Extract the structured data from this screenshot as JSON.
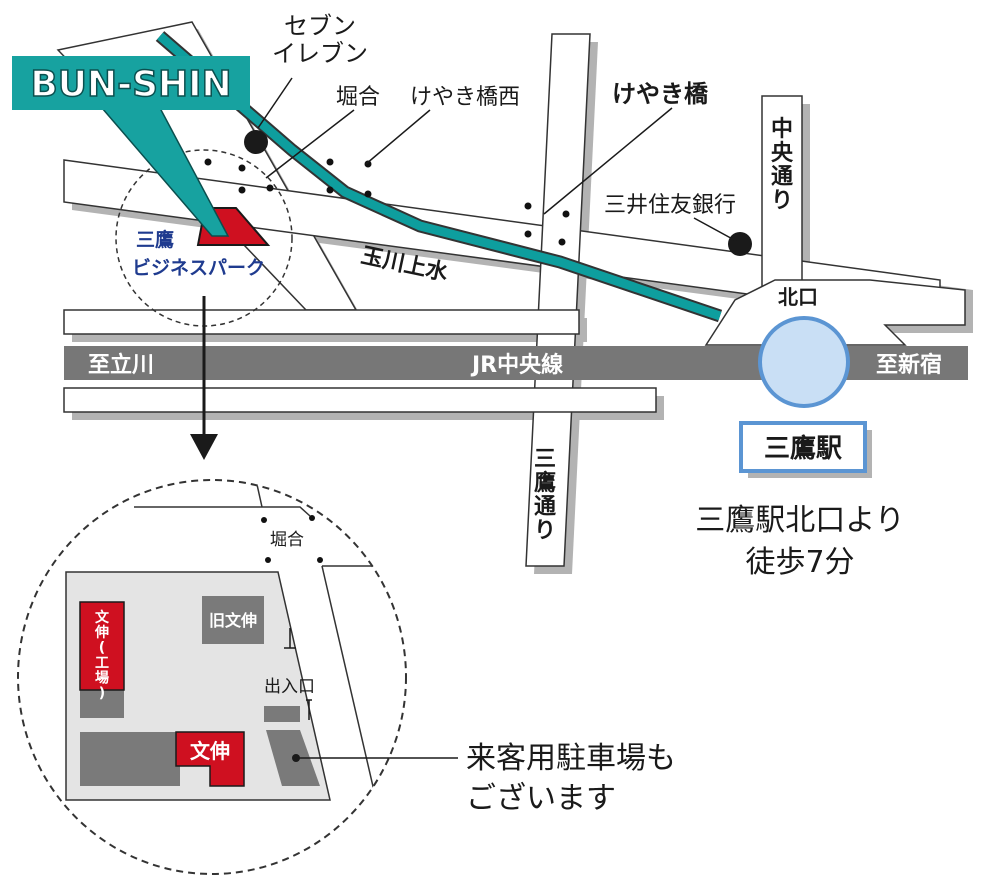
{
  "colors": {
    "road_fill": "#ffffff",
    "road_stroke": "#333333",
    "road_shadow": "#b3b3b3",
    "rail": "#777777",
    "canal": "#0e9e9e",
    "logo_bg": "#17a2a0",
    "company_red": "#cf1020",
    "station_blue": "#c9dff5",
    "station_border": "#5b95d3",
    "area_label": "#1f3b8f",
    "building_gray": "#7a7a7a",
    "lot_gray": "#e4e4e4"
  },
  "logo": {
    "text": "BUN-SHIN"
  },
  "landmarks": {
    "seven_eleven": "セブン\nイレブン",
    "bank": "三井住友銀行"
  },
  "intersections": {
    "horiai": "堀合",
    "keyaki_nishi": "けやき橋西",
    "keyaki": "けやき橋",
    "north_exit": "北口"
  },
  "roads": {
    "chuo_dori": "中央通り",
    "mitaka_dori": "三鷹通り"
  },
  "waterway": {
    "name": "玉川上水"
  },
  "railway": {
    "name": "JR中央線",
    "west_dir": "至立川",
    "east_dir": "至新宿"
  },
  "area": {
    "name_line1": "三鷹",
    "name_line2": "ビジネスパーク"
  },
  "station": {
    "name": "三鷹駅",
    "access_line1": "三鷹駅北口より",
    "access_line2": "徒歩7分"
  },
  "detail": {
    "horiai": "堀合",
    "old_bunshin": "旧文伸",
    "factory": "文伸\n(工場)",
    "bunshin": "文伸",
    "entrance": "出入口",
    "parking_note_line1": "来客用駐車場も",
    "parking_note_line2": "ございます"
  }
}
